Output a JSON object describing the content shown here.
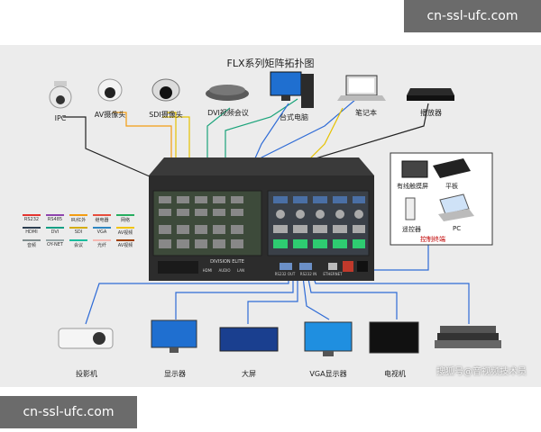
{
  "title": "FLX系列矩阵拓扑图",
  "inputs": [
    {
      "label": "IPC",
      "icon": "ip-dome-camera-icon"
    },
    {
      "label": "AV摄像头",
      "icon": "av-camera-icon"
    },
    {
      "label": "SDI摄像头",
      "icon": "sdi-camera-icon"
    },
    {
      "label": "DVI视频会议",
      "icon": "conference-phone-icon"
    },
    {
      "label": "台式电脑",
      "icon": "desktop-computer-icon"
    },
    {
      "label": "笔记本",
      "icon": "laptop-icon"
    },
    {
      "label": "播放器",
      "icon": "media-player-icon"
    }
  ],
  "outputs": [
    {
      "label": "投影机",
      "icon": "projector-icon"
    },
    {
      "label": "显示器",
      "icon": "monitor-icon"
    },
    {
      "label": "大屏",
      "icon": "large-screen-icon"
    },
    {
      "label": "VGA显示器",
      "icon": "vga-monitor-icon"
    },
    {
      "label": "电视机",
      "icon": "tv-icon"
    },
    {
      "label": "",
      "icon": "rack-audio-equipment-icon"
    }
  ],
  "control": {
    "items": [
      {
        "label": "有线触摸屏",
        "icon": "touch-panel-icon"
      },
      {
        "label": "平板",
        "icon": "tablet-icon"
      },
      {
        "label": "遥控器",
        "icon": "remote-control-icon"
      },
      {
        "label": "PC",
        "icon": "pc-laptop-icon"
      }
    ],
    "terminal_label": "控制终端"
  },
  "legend": [
    {
      "label": "RS232",
      "color": "#e3342f"
    },
    {
      "label": "RS485",
      "color": "#8e44ad"
    },
    {
      "label": "IR/红外",
      "color": "#f39c12"
    },
    {
      "label": "继电器",
      "color": "#e74c3c"
    },
    {
      "label": "网络",
      "color": "#27ae60"
    },
    {
      "label": "HDMI",
      "color": "#2c3e50"
    },
    {
      "label": "DVI",
      "color": "#16a085"
    },
    {
      "label": "SDI",
      "color": "#d4ac0d"
    },
    {
      "label": "VGA",
      "color": "#2e86c1"
    },
    {
      "label": "AV视频",
      "color": "#f1c40f"
    },
    {
      "label": "音频",
      "color": "#7f8c8d"
    },
    {
      "label": "OY-NET",
      "color": "#95a5a6"
    },
    {
      "label": "会议",
      "color": "#1abc9c"
    },
    {
      "label": "光纤",
      "color": "#f5b7b1"
    },
    {
      "label": "AV视频",
      "color": "#a04000"
    }
  ],
  "device": {
    "brand": "DIVISION ELITE",
    "ports": [
      "HDMI",
      "AUDIO",
      "LAN",
      "RS232 OUT",
      "RS232 IN",
      "ETHERNET"
    ]
  },
  "watermarks": {
    "top_right": "cn-ssl-ufc.com",
    "bottom_left": "cn-ssl-ufc.com",
    "sohu": "搜狐号@音视频技术员"
  },
  "colors": {
    "network": "#2e6bd6",
    "hdmi": "#222",
    "sdi": "#e6c200",
    "dvi": "#1aa37a",
    "av": "#f39c12",
    "red": "#c00000"
  }
}
